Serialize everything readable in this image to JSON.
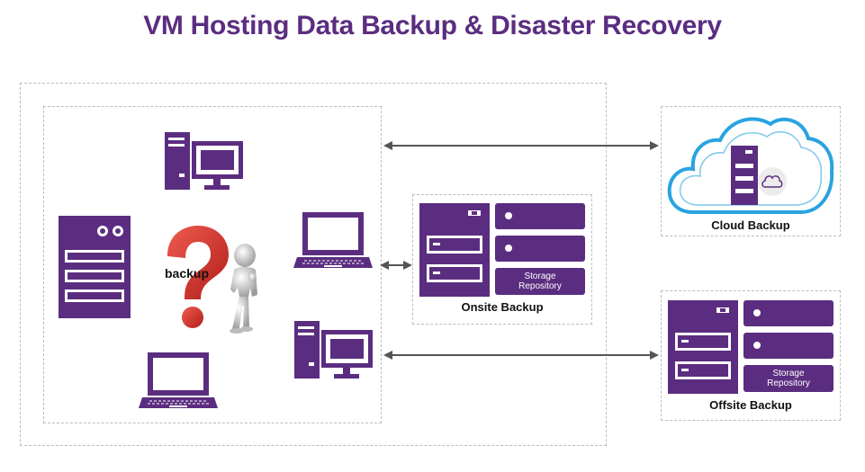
{
  "title": "VM Hosting Data Backup & Disaster Recovery",
  "onsite": {
    "label": "Onsite Backup",
    "repo_line1": "Storage",
    "repo_line2": "Repository"
  },
  "cloud": {
    "label": "Cloud Backup"
  },
  "offsite": {
    "label": "Offsite Backup",
    "repo_line1": "Storage",
    "repo_line2": "Repository"
  },
  "figure": {
    "text": "backup"
  },
  "colors": {
    "purple": "#5b2d80",
    "cloud_blue": "#29a3e0",
    "question_red": "#d9302b",
    "arrow": "#555555"
  },
  "icons": [
    "desktop-icon",
    "server-icon",
    "laptop-icon",
    "question-mark-icon",
    "person-icon",
    "cloud-icon",
    "storage-repository-icon",
    "arrow-icon"
  ]
}
